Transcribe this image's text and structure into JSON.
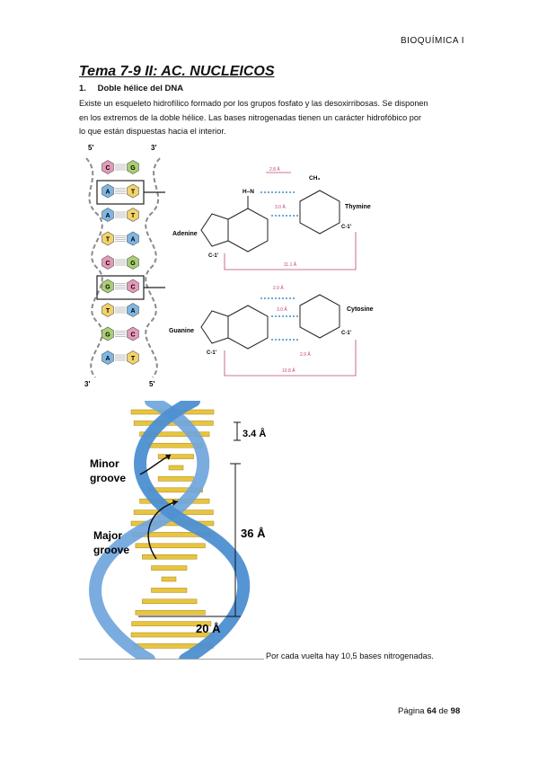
{
  "header": {
    "title": "BIOQUÍMICA I"
  },
  "page_title": "Tema 7-9 II: AC. NUCLEICOS",
  "section": {
    "number": "1.",
    "title": "Doble hélice del DNA"
  },
  "paragraph": [
    "Existe un esqueleto hidrofílico formado por los grupos fosfato y las desoxirribosas. Se disponen",
    "en los extremos de la doble hélice. Las bases nitrogenadas tienen un carácter hidrofóbico por",
    "lo que están dispuestas hacia el interior."
  ],
  "ladder_figure": {
    "top_left": "5'",
    "top_right": "3'",
    "bottom_left": "3'",
    "bottom_right": "5'",
    "pairs": [
      {
        "left": "C",
        "right": "G",
        "left_color": "#e59ab8",
        "right_color": "#a9cf73"
      },
      {
        "left": "A",
        "right": "T",
        "left_color": "#7fb6e3",
        "right_color": "#f2d36b"
      },
      {
        "left": "A",
        "right": "T",
        "left_color": "#7fb6e3",
        "right_color": "#f2d36b"
      },
      {
        "left": "T",
        "right": "A",
        "left_color": "#f2d36b",
        "right_color": "#7fb6e3"
      },
      {
        "left": "C",
        "right": "G",
        "left_color": "#e59ab8",
        "right_color": "#a9cf73"
      },
      {
        "left": "G",
        "right": "C",
        "left_color": "#a9cf73",
        "right_color": "#e59ab8"
      },
      {
        "left": "T",
        "right": "A",
        "left_color": "#f2d36b",
        "right_color": "#7fb6e3"
      },
      {
        "left": "G",
        "right": "C",
        "left_color": "#a9cf73",
        "right_color": "#e59ab8"
      },
      {
        "left": "A",
        "right": "T",
        "left_color": "#7fb6e3",
        "right_color": "#f2d36b"
      }
    ]
  },
  "base_pairs_figure": {
    "adenine": "Adenine",
    "thymine": "Thymine",
    "guanine": "Guanine",
    "cytosine": "Cytosine",
    "at_dist_1": "2.8 Å",
    "at_dist_2": "3.0 Å",
    "at_width": "11.1 Å",
    "gc_dist_1": "2.9 Å",
    "gc_dist_2": "3.0 Å",
    "gc_dist_3": "2.9 Å",
    "gc_width": "10.8 Å",
    "ch3": "CH₃",
    "c1": "C-1'"
  },
  "helix_figure": {
    "minor_groove": [
      "Minor",
      "groove"
    ],
    "major_groove": [
      "Major",
      "groove"
    ],
    "rise": "3.4 Å",
    "pitch": "36 Å",
    "diameter": "20 Å"
  },
  "caption": "Por cada vuelta hay 10,5 bases nitrogenadas.",
  "footer": {
    "prefix": "Página ",
    "page": "64",
    "middle": " de ",
    "total": "98"
  }
}
